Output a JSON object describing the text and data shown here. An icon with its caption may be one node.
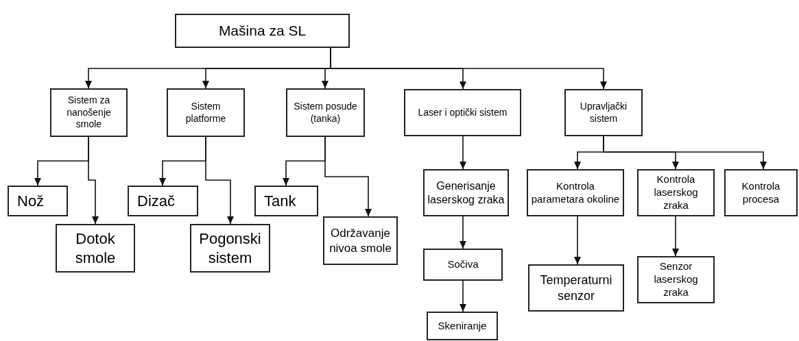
{
  "diagram": {
    "nodes": [
      {
        "text": [
          "Mašina za SL"
        ]
      },
      {
        "text": [
          "Sistem za nanošenje smole"
        ]
      },
      {
        "text": [
          "Sistem platforme"
        ]
      },
      {
        "text": [
          "Sistem posude (tanka)"
        ]
      },
      {
        "text": [
          "Laser i optički sistem"
        ]
      },
      {
        "text": [
          "Upravljački sistem"
        ]
      },
      {
        "text": [
          "Nož"
        ]
      },
      {
        "text": [
          "Dotok smole"
        ]
      },
      {
        "text": [
          "Dizač"
        ]
      },
      {
        "text": [
          "Pogonski sistem"
        ]
      },
      {
        "text": [
          "Tank"
        ]
      },
      {
        "text": [
          "Održavanje nivoa smole"
        ]
      },
      {
        "text": [
          "Generisanje laserskog zraka"
        ]
      },
      {
        "text": [
          "Sočiva"
        ]
      },
      {
        "text": [
          "Skeniranje"
        ]
      },
      {
        "text": [
          "Kontrola parametara okoline"
        ]
      },
      {
        "text": [
          "Kontrola laserskog zraka"
        ]
      },
      {
        "text": [
          "Kontrola procesa"
        ]
      },
      {
        "text": [
          "Temperaturni senzor"
        ]
      },
      {
        "text": [
          "Senzor laserskog zraka"
        ]
      }
    ],
    "edges": [
      {
        "from": 0,
        "to": 1,
        "arrow": "to"
      },
      {
        "from": 0,
        "to": 2,
        "arrow": "to"
      },
      {
        "from": 0,
        "to": 3,
        "arrow": "to"
      },
      {
        "from": 0,
        "to": 4,
        "arrow": "to"
      },
      {
        "from": 0,
        "to": 5,
        "arrow": "to"
      },
      {
        "from": 1,
        "to": 6,
        "arrow": "to"
      },
      {
        "from": 1,
        "to": 7,
        "arrow": "to"
      },
      {
        "from": 2,
        "to": 8,
        "arrow": "to"
      },
      {
        "from": 2,
        "to": 9,
        "arrow": "to"
      },
      {
        "from": 3,
        "to": 10,
        "arrow": "to"
      },
      {
        "from": 3,
        "to": 11,
        "arrow": "to"
      },
      {
        "from": 4,
        "to": 12,
        "arrow": "to"
      },
      {
        "from": 12,
        "to": 13,
        "arrow": "to"
      },
      {
        "from": 13,
        "to": 14,
        "arrow": "to"
      },
      {
        "from": 5,
        "to": 15,
        "arrow": "to"
      },
      {
        "from": 5,
        "to": 16,
        "arrow": "to"
      },
      {
        "from": 5,
        "to": 17,
        "arrow": "to"
      },
      {
        "from": 15,
        "to": 18,
        "arrow": "to"
      },
      {
        "from": 16,
        "to": 19,
        "arrow": "to"
      }
    ]
  }
}
